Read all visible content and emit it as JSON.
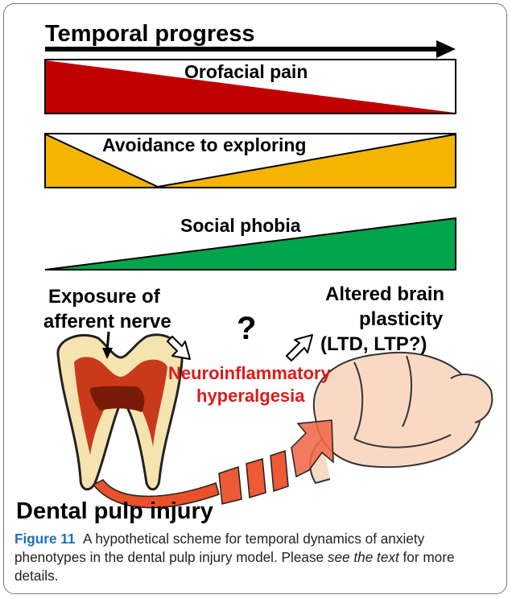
{
  "title": "Temporal progress",
  "bands": [
    {
      "label": "Orofacial pain",
      "color": "#c00000"
    },
    {
      "label": "Avoidance to exploring",
      "color": "#f5b400"
    },
    {
      "label": "Social phobia",
      "color": "#00a44a"
    }
  ],
  "labels": {
    "exposure_line1": "Exposure of",
    "exposure_line2": "afferent nerve",
    "question": "?",
    "neuro_line1": "Neuroinflammatory",
    "neuro_line2": "hyperalgesia",
    "altered_line1": "Altered brain",
    "altered_line2": "plasticity",
    "altered_line3": "(LTD, LTP?)",
    "dental_pulp": "Dental pulp injury"
  },
  "caption": {
    "figure_label": "Figure 11",
    "text_before": "A hypothetical scheme for temporal dynamics of anxiety phenotypes in the dental pulp injury model. Please",
    "italic": "see the text",
    "text_after": "for more details."
  }
}
